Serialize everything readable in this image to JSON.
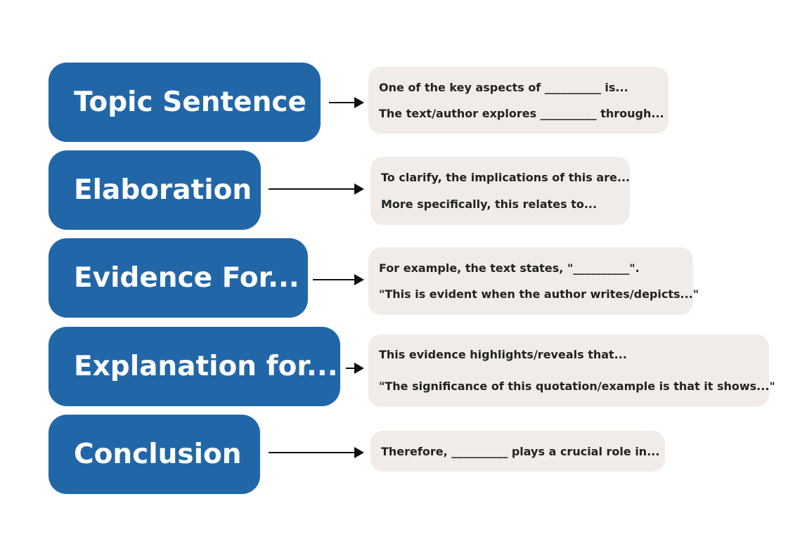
{
  "rows": [
    {
      "label": "Topic Sentence",
      "lines": [
        "One of the key aspects of __________ is...",
        "The text/author explores __________ through..."
      ]
    },
    {
      "label": "Elaboration",
      "lines": [
        "To clarify, the implications of this are...",
        "More specifically, this relates to..."
      ]
    },
    {
      "label": "Evidence For...",
      "lines": [
        "For example, the text states, \"__________\".",
        "\"This is evident when the author writes/depicts...\""
      ]
    },
    {
      "label": "Explanation for...",
      "lines": [
        "This evidence highlights/reveals that...",
        "\"The significance of this quotation/example is that it shows...\""
      ]
    },
    {
      "label": "Conclusion",
      "lines": [
        "Therefore, __________ plays a crucial role in..."
      ]
    }
  ],
  "colors": {
    "pill_fill": "#2167a8",
    "pill_text": "#ffffff",
    "bubble_fill": "#f1ece7",
    "bubble_text": "#222222",
    "arrow": "#111111"
  }
}
